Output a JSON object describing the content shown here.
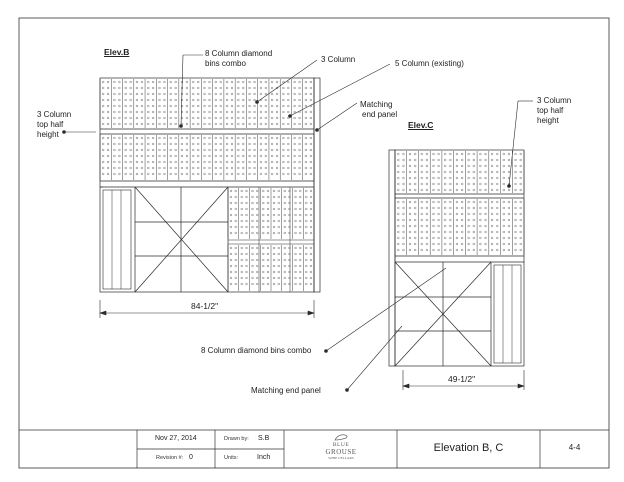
{
  "elevation_b": {
    "title": "Elev.B",
    "callouts": {
      "diamond_bins": [
        "8 Column diamond",
        "bins combo"
      ],
      "three_column": "3 Column",
      "five_column": "5 Column (existing)",
      "end_panel": [
        "Matching",
        "end panel"
      ],
      "top_half": [
        "3 Column",
        "top half",
        "height"
      ]
    },
    "width_dim": "84-1/2\""
  },
  "elevation_c": {
    "title": "Elev.C",
    "callouts": {
      "top_half": [
        "3 Column",
        "top half",
        "height"
      ],
      "diamond_bins": "8 Column diamond bins combo",
      "end_panel": "Matching end panel"
    },
    "width_dim": "49-1/2\""
  },
  "title_block": {
    "date": "Nov 27, 2014",
    "drawn_by_label": "Drawn by:",
    "drawn_by": "S.B",
    "revision_label": "Revision #:",
    "revision": "0",
    "units_label": "Units:",
    "units": "Inch",
    "logo": {
      "line1": "BLUE",
      "line2": "GROUSE",
      "line3": "WINE CELLARS"
    },
    "sheet_title": "Elevation B, C",
    "sheet_number": "4-4"
  },
  "colors": {
    "line": "#2a2a2a",
    "light": "#888888"
  }
}
